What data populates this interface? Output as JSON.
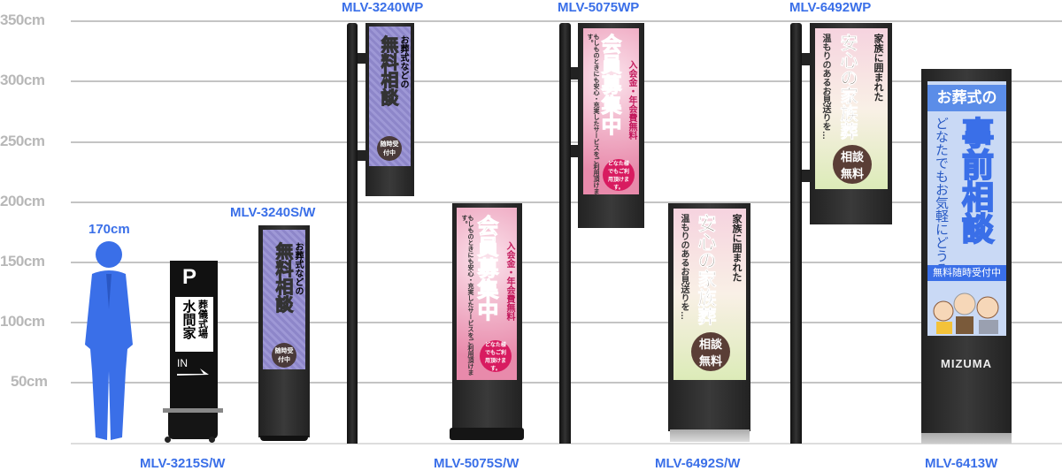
{
  "scale": {
    "unit": "cm",
    "ticks": [
      "350cm",
      "300cm",
      "250cm",
      "200cm",
      "150cm",
      "100cm",
      "50cm"
    ]
  },
  "person": {
    "height_label": "170cm",
    "color": "#3a6fe8"
  },
  "accent_color": "#3a6fe8",
  "products": [
    {
      "model": "MLV-3215S/W",
      "sign": {
        "letter": "P",
        "name": "水間家",
        "sub": "葬儀式場",
        "arrow": "IN"
      }
    },
    {
      "model": "MLV-3240S/W",
      "sign": {
        "small": "お葬式などの",
        "main": "無料相談",
        "badge": "随時受付中"
      }
    },
    {
      "model": "MLV-3240WP",
      "sign": {
        "small": "お葬式などの",
        "main": "無料相談",
        "badge": "随時受付中"
      }
    },
    {
      "model": "MLV-5075S/W",
      "sign": {
        "main": "会員募集中",
        "side": "入会金・年会費無料",
        "left": "もしものときにも安心・充実したサービスをご利用頂けます。",
        "badge": "どなた様でもご利用頂けます。"
      }
    },
    {
      "model": "MLV-5075WP",
      "sign": {
        "main": "会員募集中",
        "side": "入会金・年会費無料",
        "left": "もしものときにも安心・充実したサービスをご利用頂けます。",
        "badge": "どなた様でもご利用頂けます。"
      }
    },
    {
      "model": "MLV-6492S/W",
      "sign": {
        "small": "家族に囲まれた",
        "main": "安心の家族葬",
        "left": "温もりのあるお見送りを…",
        "badge": "相談無料"
      }
    },
    {
      "model": "MLV-6492WP",
      "sign": {
        "small": "家族に囲まれた",
        "main": "安心の家族葬",
        "left": "温もりのあるお見送りを…",
        "badge": "相談無料"
      }
    },
    {
      "model": "MLV-6413W",
      "sign": {
        "header": "お葬式の",
        "main": "事前相談",
        "left": "どなたでもお気軽にどうぞ。",
        "banner": "無料随時受付中"
      },
      "brand": "MIZUMA"
    }
  ]
}
